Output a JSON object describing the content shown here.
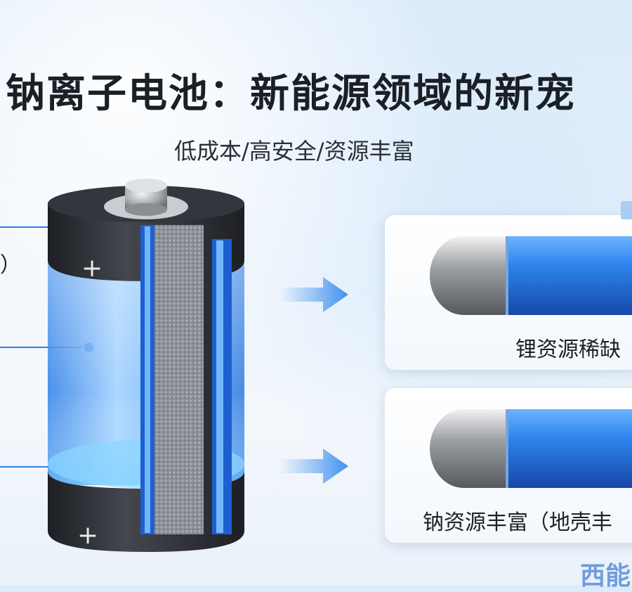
{
  "title": "钠离子电池：新能源领域的新宠",
  "subtitle": "低成本/高安全/资源丰富",
  "left_fragment": "）",
  "battery": {
    "top_terminal_symbol": "+",
    "bottom_terminal_symbol": "+"
  },
  "cards": [
    {
      "label": "锂资源稀缺"
    },
    {
      "label": "钠资源丰富（地壳丰"
    }
  ],
  "watermark": "西能",
  "colors": {
    "accent": "#2f7fe6",
    "battery_blue": "#3a8ff0",
    "rod_blue": "#1f6fd8",
    "battery_cap": "#2a2d33"
  }
}
